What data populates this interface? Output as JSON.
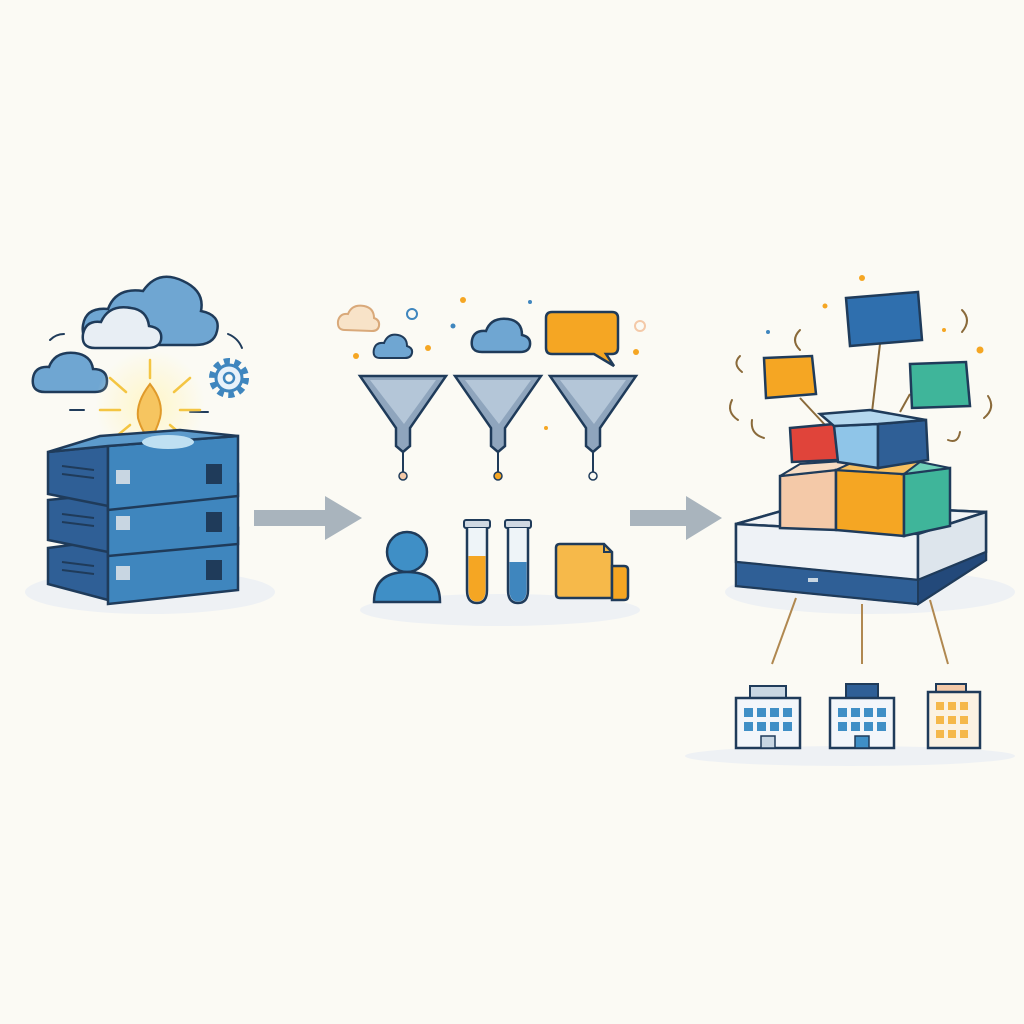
{
  "colors": {
    "background": "#fbfaf4",
    "navy": "#2f5f96",
    "blue": "#3f86be",
    "light_blue": "#6fb0db",
    "orange": "#f5a623",
    "teal": "#3fb59a",
    "red": "#e0443a",
    "peach": "#f4c9a8",
    "arrow_gray": "#a9b4bd",
    "outline": "#1f3b5a"
  },
  "stages": [
    {
      "id": "data-sources",
      "icons": [
        "cloud-icon",
        "cloud-icon",
        "cloud-icon",
        "gear-icon",
        "spark-icon",
        "server-stack-icon"
      ]
    },
    {
      "id": "filtering",
      "icons": [
        "cloud-icon",
        "chat-bubble-icon",
        "funnel-icon",
        "funnel-icon",
        "funnel-icon",
        "user-icon",
        "test-tube-icon",
        "test-tube-icon",
        "folder-icon"
      ]
    },
    {
      "id": "data-warehouse",
      "icons": [
        "cube-icon",
        "cube-icon",
        "cube-icon",
        "platform-icon",
        "building-icon",
        "building-icon",
        "building-icon"
      ]
    }
  ],
  "arrows": [
    "arrow-right-icon",
    "arrow-right-icon"
  ]
}
